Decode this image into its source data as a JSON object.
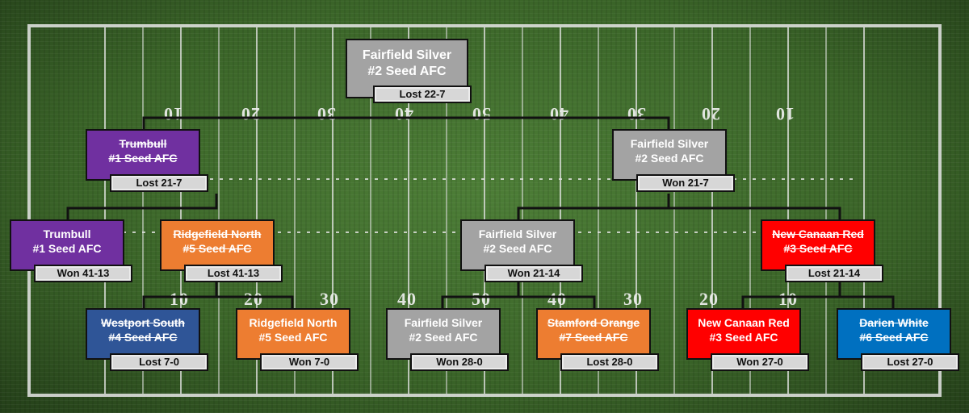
{
  "colors": {
    "silver": "#a3a3a3",
    "purple": "#7030a0",
    "orange": "#ed7d31",
    "red": "#ff0000",
    "navy": "#2f5597",
    "blue": "#0070c0"
  },
  "field": {
    "top_yard_numbers": [
      "10",
      "20",
      "30",
      "40",
      "50",
      "40",
      "30",
      "20",
      "10"
    ],
    "bottom_yard_numbers": [
      "10",
      "20",
      "30",
      "40",
      "50",
      "40",
      "30",
      "20",
      "10"
    ]
  },
  "bracket": {
    "champion": {
      "name": "Fairfield Silver",
      "seed": "#2 Seed AFC",
      "result": "Lost 22-7",
      "color": "silver",
      "eliminated": false
    },
    "semi_left": {
      "name": "Trumbull",
      "seed": "#1 Seed AFC",
      "result": "Lost 21-7",
      "color": "purple",
      "eliminated": true
    },
    "semi_right": {
      "name": "Fairfield Silver",
      "seed": "#2 Seed AFC",
      "result": "Won 21-7",
      "color": "silver",
      "eliminated": false
    },
    "qf_1": {
      "name": "Trumbull",
      "seed": "#1 Seed AFC",
      "result": "Won 41-13",
      "color": "purple",
      "eliminated": false
    },
    "qf_2": {
      "name": "Ridgefield North",
      "seed": "#5 Seed AFC",
      "result": "Lost 41-13",
      "color": "orange",
      "eliminated": true
    },
    "qf_3": {
      "name": "Fairfield Silver",
      "seed": "#2 Seed AFC",
      "result": "Won 21-14",
      "color": "silver",
      "eliminated": false
    },
    "qf_4": {
      "name": "New Canaan Red",
      "seed": "#3 Seed AFC",
      "result": "Lost 21-14",
      "color": "red",
      "eliminated": true
    },
    "r1_1": {
      "name": "Westport South",
      "seed": "#4 Seed AFC",
      "result": "Lost 7-0",
      "color": "navy",
      "eliminated": true
    },
    "r1_2": {
      "name": "Ridgefield North",
      "seed": "#5 Seed AFC",
      "result": "Won 7-0",
      "color": "orange",
      "eliminated": false
    },
    "r1_3": {
      "name": "Fairfield Silver",
      "seed": "#2 Seed AFC",
      "result": "Won 28-0",
      "color": "silver",
      "eliminated": false
    },
    "r1_4": {
      "name": "Stamford Orange",
      "seed": "#7 Seed AFC",
      "result": "Lost 28-0",
      "color": "orange",
      "eliminated": true
    },
    "r1_5": {
      "name": "New Canaan Red",
      "seed": "#3 Seed AFC",
      "result": "Won 27-0",
      "color": "red",
      "eliminated": false
    },
    "r1_6": {
      "name": "Darien White",
      "seed": "#6 Seed AFC",
      "result": "Lost 27-0",
      "color": "blue",
      "eliminated": true
    }
  }
}
